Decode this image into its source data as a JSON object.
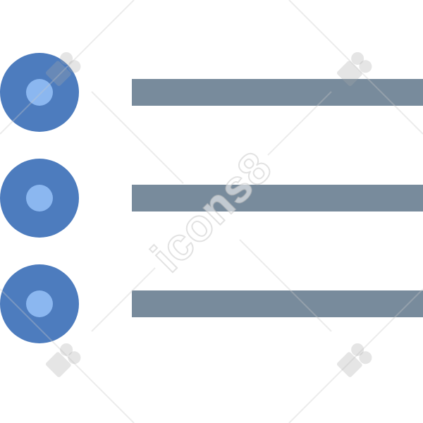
{
  "icon": {
    "name": "bulleted-list-icon",
    "items": [
      {
        "label": "list-item-1"
      },
      {
        "label": "list-item-2"
      },
      {
        "label": "list-item-3"
      }
    ],
    "colors": {
      "bullet_outer": "#4d7cbe",
      "bullet_inner": "#8bb7f0",
      "line": "#788b9c",
      "background": "#ffffff"
    }
  },
  "watermark": {
    "text": "icons8"
  }
}
